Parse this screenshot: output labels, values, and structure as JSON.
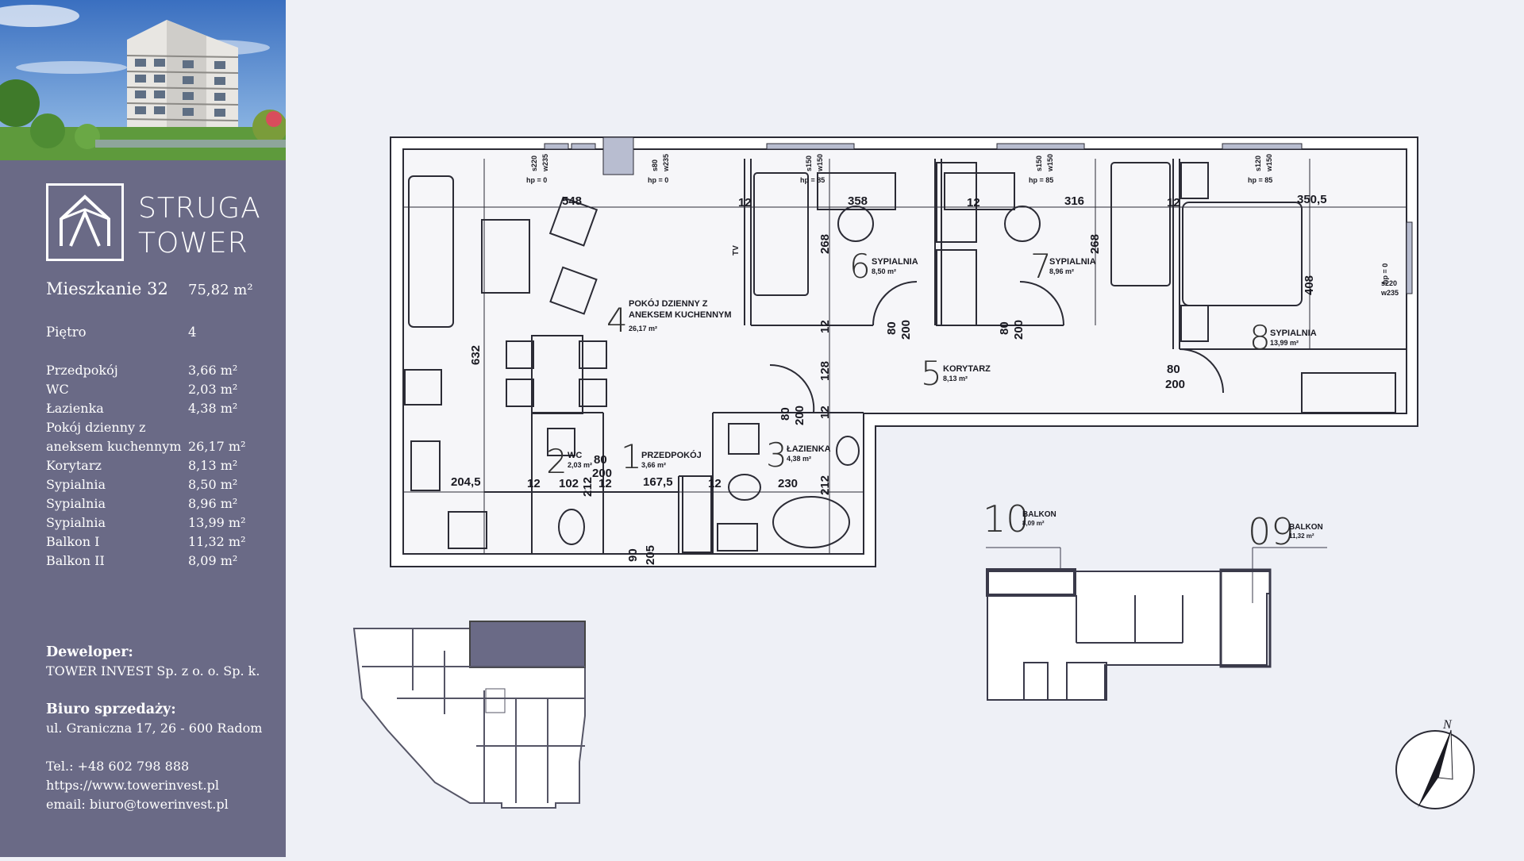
{
  "brand": {
    "line1": "STRUGA",
    "line2": "TOWER"
  },
  "apartment": {
    "title": "Mieszkanie 32",
    "area": "75,82 m²"
  },
  "floor": {
    "label": "Piętro",
    "value": "4"
  },
  "rooms": [
    {
      "name": "Przedpokój",
      "area": "3,66 m²"
    },
    {
      "name": "WC",
      "area": "2,03 m²"
    },
    {
      "name": "Łazienka",
      "area": "4,38 m²"
    },
    {
      "name": "Pokój dzienny z aneksem kuchennym",
      "area": "26,17 m²"
    },
    {
      "name": "Korytarz",
      "area": "8,13 m²"
    },
    {
      "name": "Sypialnia",
      "area": "8,50 m²"
    },
    {
      "name": "Sypialnia",
      "area": "8,96 m²"
    },
    {
      "name": "Sypialnia",
      "area": "13,99 m²"
    },
    {
      "name": "Balkon I",
      "area": "11,32 m²"
    },
    {
      "name": "Balkon II",
      "area": "8,09 m²"
    }
  ],
  "contact": {
    "developer_label": "Deweloper:",
    "developer": "TOWER INVEST Sp. z o. o. Sp. k.",
    "office_label": "Biuro sprzedaży:",
    "office_address": "ul. Graniczna 17, 26 - 600 Radom",
    "phone": "Tel.: +48  602 798 888",
    "website": "https://www.towerinvest.pl",
    "email": "email: biuro@towerinvest.pl"
  },
  "plan": {
    "rooms": [
      {
        "num": "4",
        "name": "POKÓJ DZIENNY Z",
        "name2": "ANEKSEM KUCHENNYM",
        "area": "26,17 m²"
      },
      {
        "num": "6",
        "name": "SYPIALNIA",
        "area": "8,50 m²"
      },
      {
        "num": "7",
        "name": "SYPIALNIA",
        "area": "8,96 m²"
      },
      {
        "num": "8",
        "name": "SYPIALNIA",
        "area": "13,99 m²"
      },
      {
        "num": "5",
        "name": "KORYTARZ",
        "area": "8,13 m²"
      },
      {
        "num": "3",
        "name": "ŁAZIENKA",
        "area": "4,38 m²"
      },
      {
        "num": "2",
        "name": "WC",
        "area": "2,03 m²"
      },
      {
        "num": "1",
        "name": "PRZEDPOKÓJ",
        "area": "3,66 m²"
      }
    ],
    "dims": {
      "d548": "548",
      "d358": "358",
      "d316": "316",
      "d3505": "350,5",
      "d12a": "12",
      "d12b": "12",
      "d12c": "12",
      "d268a": "268",
      "d268b": "268",
      "d408": "408",
      "d632": "632",
      "d128": "128",
      "d80a": "80",
      "d200a": "200",
      "d80b": "80",
      "d200b": "200",
      "d80c": "80",
      "d200c": "200",
      "d80d": "80",
      "d200d": "200",
      "d2045": "204,5",
      "d102": "102",
      "d1675": "167,5",
      "d230": "230",
      "d212a": "212",
      "d212b": "212",
      "d90": "90",
      "d205": "205",
      "d12d": "12",
      "d12e": "12",
      "d12f": "12",
      "d12g": "12",
      "d12h": "12",
      "d80e": "80",
      "d200e": "200"
    },
    "windows": {
      "w1": "s220",
      "w1b": "w235",
      "hp0a": "hp = 0",
      "w2": "s80",
      "w2b": "w235",
      "hp0b": "hp = 0",
      "w3": "s150",
      "w3b": "w150",
      "hp85a": "hp = 85",
      "w4": "s150",
      "w4b": "w150",
      "hp85b": "hp = 85",
      "w5": "s120",
      "w5b": "w150",
      "hp85c": "hp = 85",
      "w6": "s220",
      "w6b": "w235",
      "hp0c": "hp = 0"
    },
    "balcony10": {
      "num": "10",
      "name": "BALKON",
      "area": "8,09 m²"
    },
    "balcony09": {
      "num": "09",
      "name": "BALKON",
      "area": "11,32 m²"
    },
    "tv": "TV",
    "north": "N"
  }
}
